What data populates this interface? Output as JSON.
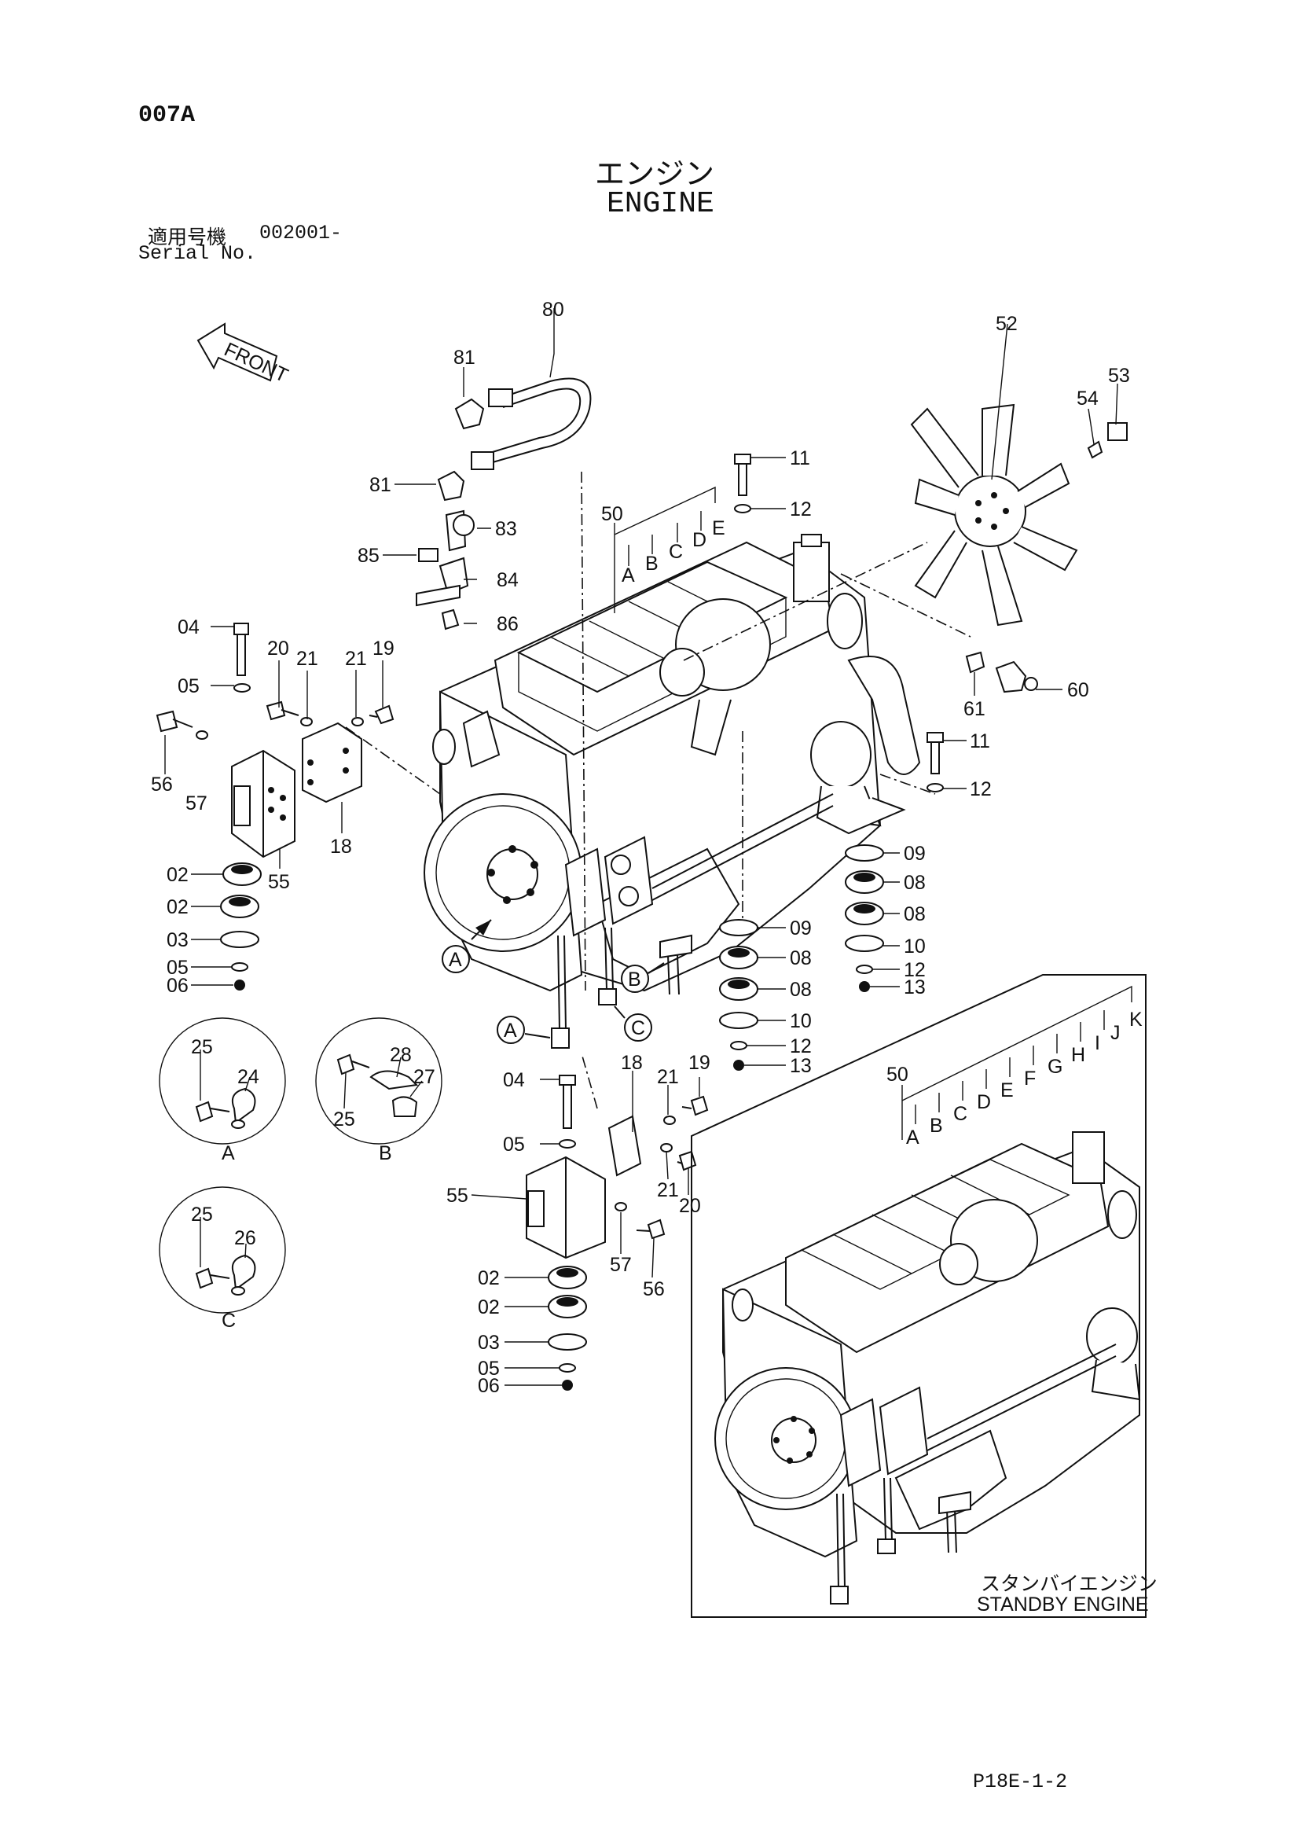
{
  "page_code": "007A",
  "title_jp": "エンジン",
  "title_en": "ENGINE",
  "serial": {
    "label_jp": "適用号機",
    "number": "002001-",
    "label_en": "Serial No."
  },
  "front_label": "FRONT",
  "standby": {
    "jp": "スタンバイエンジン",
    "en": "STANDBY ENGINE"
  },
  "page_ref": "P18E-1-2",
  "detail_labels": {
    "a": "A",
    "b": "B",
    "c": "C"
  },
  "callouts": [
    {
      "id": "c80",
      "text": "80"
    },
    {
      "id": "c81a",
      "text": "81"
    },
    {
      "id": "c81b",
      "text": "81"
    },
    {
      "id": "c83",
      "text": "83"
    },
    {
      "id": "c85",
      "text": "85"
    },
    {
      "id": "c84",
      "text": "84"
    },
    {
      "id": "c86",
      "text": "86"
    },
    {
      "id": "c52",
      "text": "52"
    },
    {
      "id": "c53",
      "text": "53"
    },
    {
      "id": "c54",
      "text": "54"
    },
    {
      "id": "c11a",
      "text": "11"
    },
    {
      "id": "c12a",
      "text": "12"
    },
    {
      "id": "c50a",
      "text": "50"
    },
    {
      "id": "cA1",
      "text": "A"
    },
    {
      "id": "cB1",
      "text": "B"
    },
    {
      "id": "cC1",
      "text": "C"
    },
    {
      "id": "cD1",
      "text": "D"
    },
    {
      "id": "cE1",
      "text": "E"
    },
    {
      "id": "c04a",
      "text": "04"
    },
    {
      "id": "c20a",
      "text": "20"
    },
    {
      "id": "c21a",
      "text": "21"
    },
    {
      "id": "c21b",
      "text": "21"
    },
    {
      "id": "c19a",
      "text": "19"
    },
    {
      "id": "c05a",
      "text": "05"
    },
    {
      "id": "c56a",
      "text": "56"
    },
    {
      "id": "c57a",
      "text": "57"
    },
    {
      "id": "c55a",
      "text": "55"
    },
    {
      "id": "c18a",
      "text": "18"
    },
    {
      "id": "c02a",
      "text": "02"
    },
    {
      "id": "c02b",
      "text": "02"
    },
    {
      "id": "c03a",
      "text": "03"
    },
    {
      "id": "c05b",
      "text": "05"
    },
    {
      "id": "c06a",
      "text": "06"
    },
    {
      "id": "c61",
      "text": "61"
    },
    {
      "id": "c60",
      "text": "60"
    },
    {
      "id": "c11b",
      "text": "11"
    },
    {
      "id": "c12b",
      "text": "12"
    },
    {
      "id": "c09a",
      "text": "09"
    },
    {
      "id": "c08a",
      "text": "08"
    },
    {
      "id": "c08b",
      "text": "08"
    },
    {
      "id": "c10a",
      "text": "10"
    },
    {
      "id": "c12c",
      "text": "12"
    },
    {
      "id": "c13a",
      "text": "13"
    },
    {
      "id": "c09b",
      "text": "09"
    },
    {
      "id": "c08c",
      "text": "08"
    },
    {
      "id": "c08d",
      "text": "08"
    },
    {
      "id": "c10b",
      "text": "10"
    },
    {
      "id": "c12d",
      "text": "12"
    },
    {
      "id": "c13b",
      "text": "13"
    },
    {
      "id": "c25a",
      "text": "25"
    },
    {
      "id": "c24",
      "text": "24"
    },
    {
      "id": "c28",
      "text": "28"
    },
    {
      "id": "c27",
      "text": "27"
    },
    {
      "id": "c25b",
      "text": "25"
    },
    {
      "id": "c25c",
      "text": "25"
    },
    {
      "id": "c26",
      "text": "26"
    },
    {
      "id": "c18b",
      "text": "18"
    },
    {
      "id": "c21c",
      "text": "21"
    },
    {
      "id": "c19b",
      "text": "19"
    },
    {
      "id": "c04b",
      "text": "04"
    },
    {
      "id": "c05c",
      "text": "05"
    },
    {
      "id": "c55b",
      "text": "55"
    },
    {
      "id": "c21d",
      "text": "21"
    },
    {
      "id": "c20b",
      "text": "20"
    },
    {
      "id": "c57b",
      "text": "57"
    },
    {
      "id": "c56b",
      "text": "56"
    },
    {
      "id": "c02c",
      "text": "02"
    },
    {
      "id": "c02d",
      "text": "02"
    },
    {
      "id": "c03b",
      "text": "03"
    },
    {
      "id": "c05d",
      "text": "05"
    },
    {
      "id": "c06b",
      "text": "06"
    },
    {
      "id": "c50b",
      "text": "50"
    },
    {
      "id": "cA2",
      "text": "A"
    },
    {
      "id": "cB2",
      "text": "B"
    },
    {
      "id": "cC2",
      "text": "C"
    },
    {
      "id": "cD2",
      "text": "D"
    },
    {
      "id": "cE2",
      "text": "E"
    },
    {
      "id": "cF2",
      "text": "F"
    },
    {
      "id": "cG2",
      "text": "G"
    },
    {
      "id": "cH2",
      "text": "H"
    },
    {
      "id": "cI2",
      "text": "I"
    },
    {
      "id": "cJ2",
      "text": "J"
    },
    {
      "id": "cK2",
      "text": "K"
    }
  ]
}
